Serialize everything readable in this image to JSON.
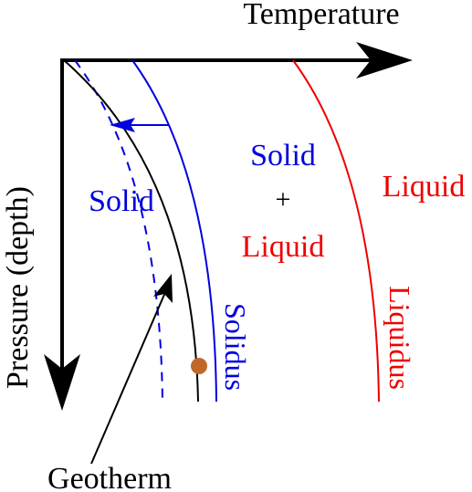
{
  "axes": {
    "x_label": "Temperature",
    "y_label": "Pressure (depth)"
  },
  "regions": {
    "solid": "Solid",
    "mixed_line1": "Solid",
    "mixed_plus": "+",
    "mixed_line2": "Liquid",
    "liquid": "Liquid"
  },
  "curves": {
    "solidus": "Solidus",
    "liquidus": "Liquidus",
    "geotherm": "Geotherm"
  },
  "colors": {
    "axis": "#000000",
    "solidus": "#0000dd",
    "liquidus": "#ee0000",
    "geotherm": "#000000",
    "melt_point": "#c0682a"
  }
}
